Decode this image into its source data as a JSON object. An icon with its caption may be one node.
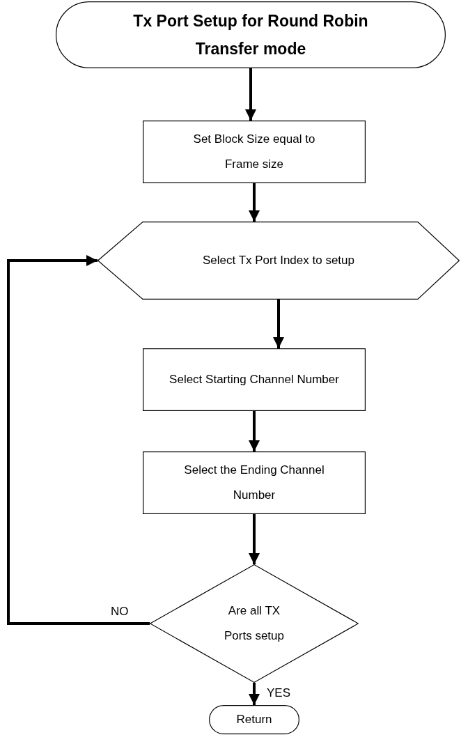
{
  "diagram": {
    "nodes": [
      {
        "text": [
          "Tx Port Setup for Round Robin Transfer mode"
        ]
      },
      {
        "text": [
          "Set Block Size equal to Frame size"
        ]
      },
      {
        "text": [
          "Select Tx Port Index to setup"
        ]
      },
      {
        "text": [
          "Select Starting Channel Number"
        ]
      },
      {
        "text": [
          "Select the Ending Channel Number"
        ]
      },
      {
        "text": [
          "Are all TX Ports setup"
        ]
      },
      {
        "text": [
          "Return"
        ]
      }
    ],
    "edges": [
      {
        "from": 0,
        "to": 1,
        "arrow": "to"
      },
      {
        "from": 1,
        "to": 2,
        "arrow": "to"
      },
      {
        "from": 2,
        "to": 3,
        "arrow": "to"
      },
      {
        "from": 3,
        "to": 4,
        "arrow": "to"
      },
      {
        "from": 4,
        "to": 5,
        "arrow": "to"
      },
      {
        "from": 5,
        "to": 2,
        "arrow": "to",
        "label": "NO"
      },
      {
        "from": 5,
        "to": 6,
        "arrow": "to",
        "label": "YES"
      }
    ]
  }
}
